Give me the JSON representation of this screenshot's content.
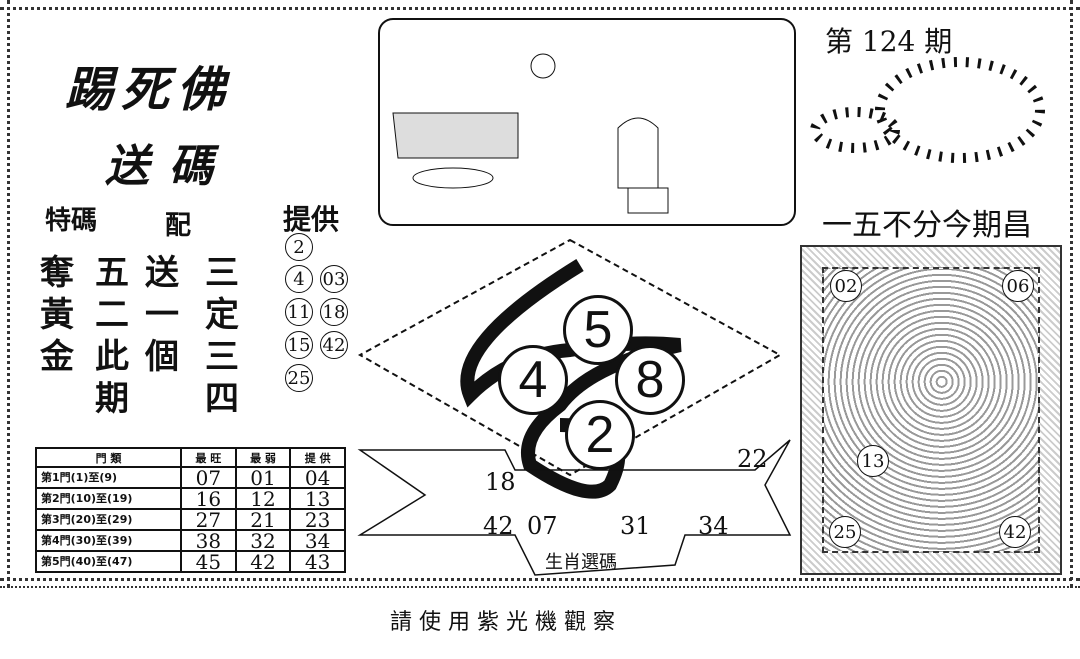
{
  "header": {
    "title_line1": "踢死佛",
    "title_line2": "送碼",
    "issue": "第 124 期",
    "slogan": "一五不分今期昌"
  },
  "poem": {
    "col_head_left": "特碼",
    "col_head_mid": "配",
    "rows": [
      [
        "奪",
        "五",
        "送",
        "三"
      ],
      [
        "黃",
        "二",
        "一",
        "定"
      ],
      [
        "金",
        "此",
        "個",
        "三"
      ],
      [
        "",
        "期",
        "",
        "四"
      ]
    ]
  },
  "provide": {
    "label": "提供",
    "numbers": [
      "2",
      "4",
      "03",
      "11",
      "18",
      "15",
      "42",
      "25"
    ]
  },
  "table": {
    "headers": [
      "門 類",
      "最 旺",
      "最 弱",
      "提 供"
    ],
    "rows": [
      [
        "第1門(1)至(9)",
        "07",
        "01",
        "04"
      ],
      [
        "第2門(10)至(19)",
        "16",
        "12",
        "13"
      ],
      [
        "第3門(20)至(29)",
        "27",
        "21",
        "23"
      ],
      [
        "第4門(30)至(39)",
        "38",
        "32",
        "34"
      ],
      [
        "第5門(40)至(47)",
        "45",
        "42",
        "43"
      ]
    ]
  },
  "diamond": {
    "balls": [
      "5",
      "4",
      "8",
      "2"
    ]
  },
  "zodiac": {
    "banner": "生肖選碼",
    "numbers": [
      "18",
      "22",
      "42",
      "07",
      "31",
      "34"
    ]
  },
  "buddha_panel": {
    "numbers": [
      "02",
      "06",
      "13",
      "25",
      "42"
    ]
  },
  "footer": {
    "text": "請 使 用 紫 光 機 觀 察"
  }
}
